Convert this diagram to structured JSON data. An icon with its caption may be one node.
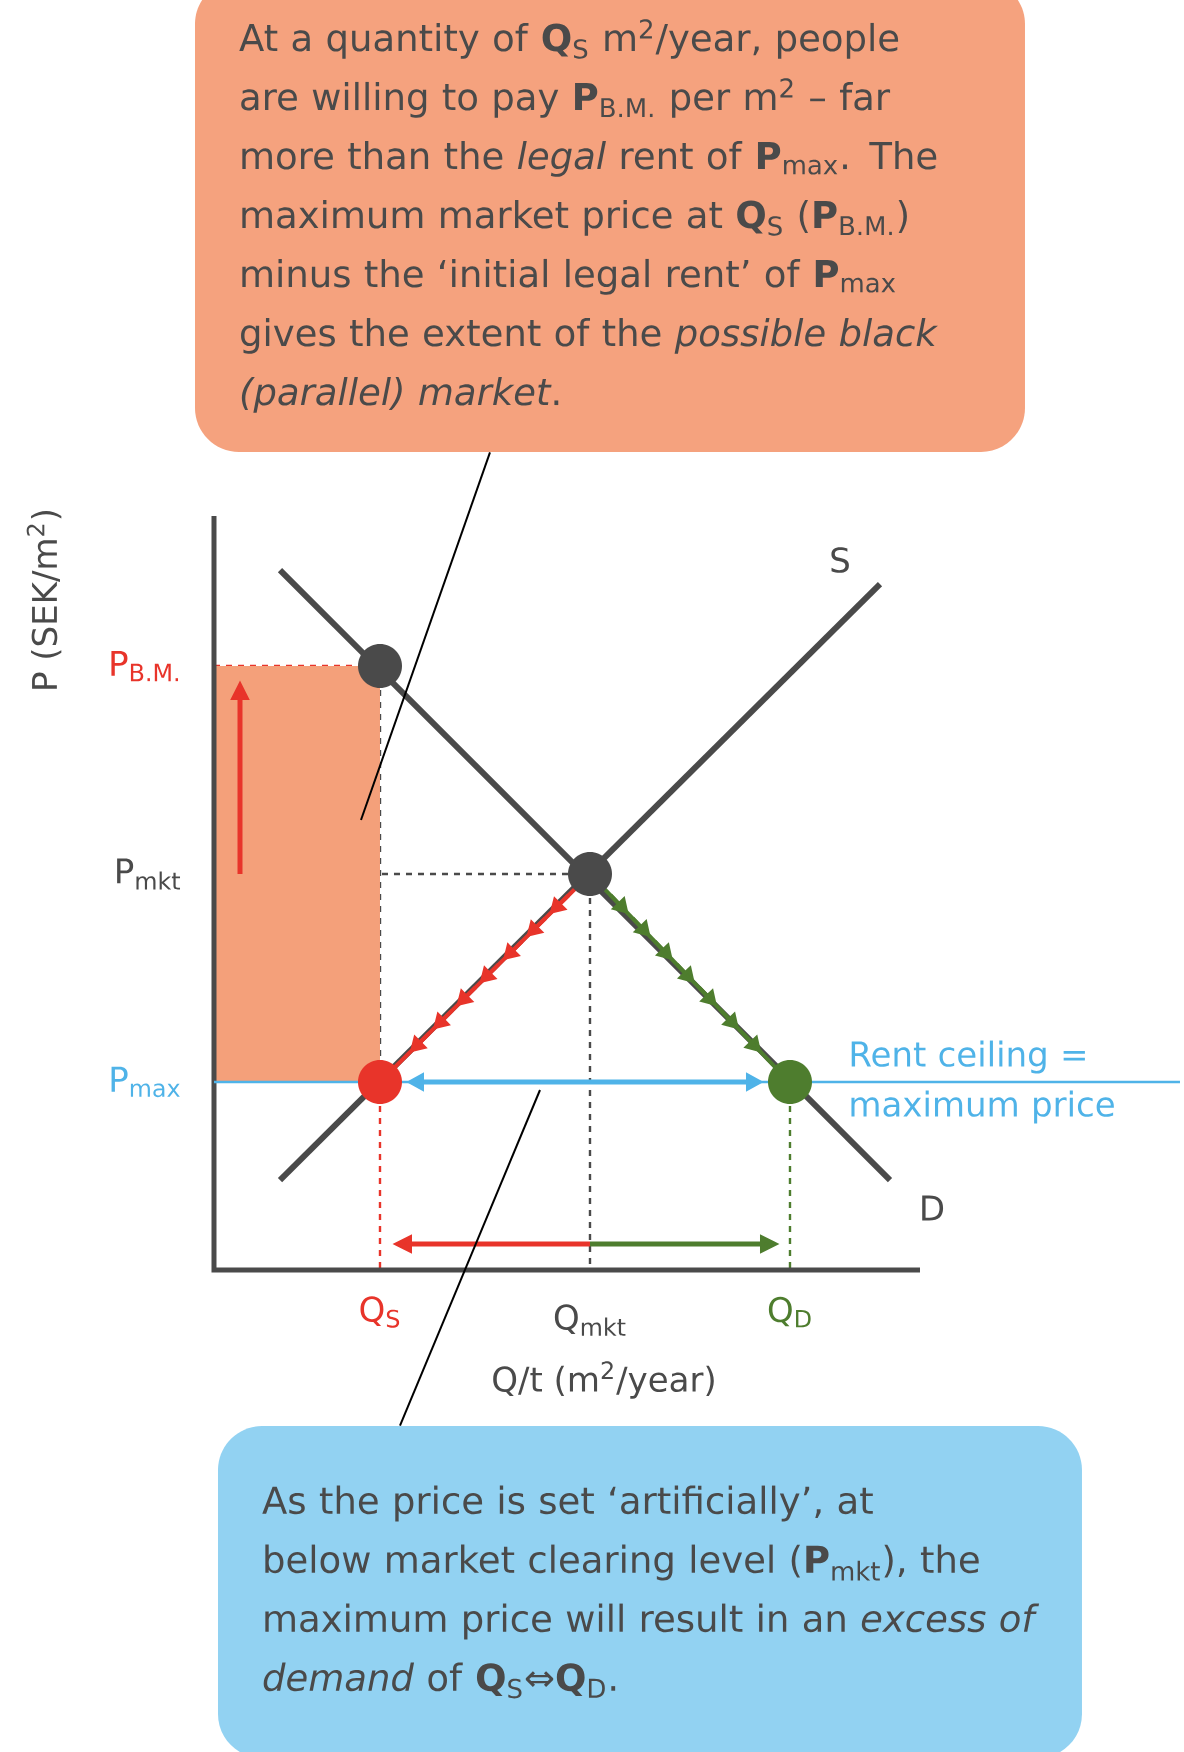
{
  "diagram": {
    "nodes": [
      {
        "text": [
          "At a quantity of **Q**$_{S}$ m$^{2}$/year, people are willing to pay **P**$_{B.M.}$ per m$^{2}$ – far more than the *legal* rent of **P**$_{max}$. The maximum market price at **Q**$_{S}$ (**P**$_{B.M.}$) minus the ‘initial legal rent’ of **P**$_{max}$ gives the extent of the *possible black (parallel) market*."
        ]
      },
      {
        "text": [
          "As the price is set ‘artificially’, at below market clearing level (**P**$_{mkt}$), the maximum price will result in an *excess of demand* of **Q**$_{S}$⇔**Q**$_{D}$."
        ]
      },
      {
        "text": [],
        "shape": "box"
      }
    ],
    "edges": [
      {
        "from": 0,
        "to": 2,
        "arrow": "none"
      },
      {
        "from": 1,
        "to": null,
        "arrow": "none"
      }
    ],
    "labels": [
      "P (SEK/m$^{2}$)",
      "S",
      "P$_{B.M.}$",
      "P$_{mkt}$",
      "P$_{max}$",
      "Rent ceiling = maximum price",
      "D",
      "Q$_{S}$",
      "Q$_{mkt}$",
      "Q$_{D}$",
      "Q/t (m$^{2}$/year)"
    ]
  }
}
